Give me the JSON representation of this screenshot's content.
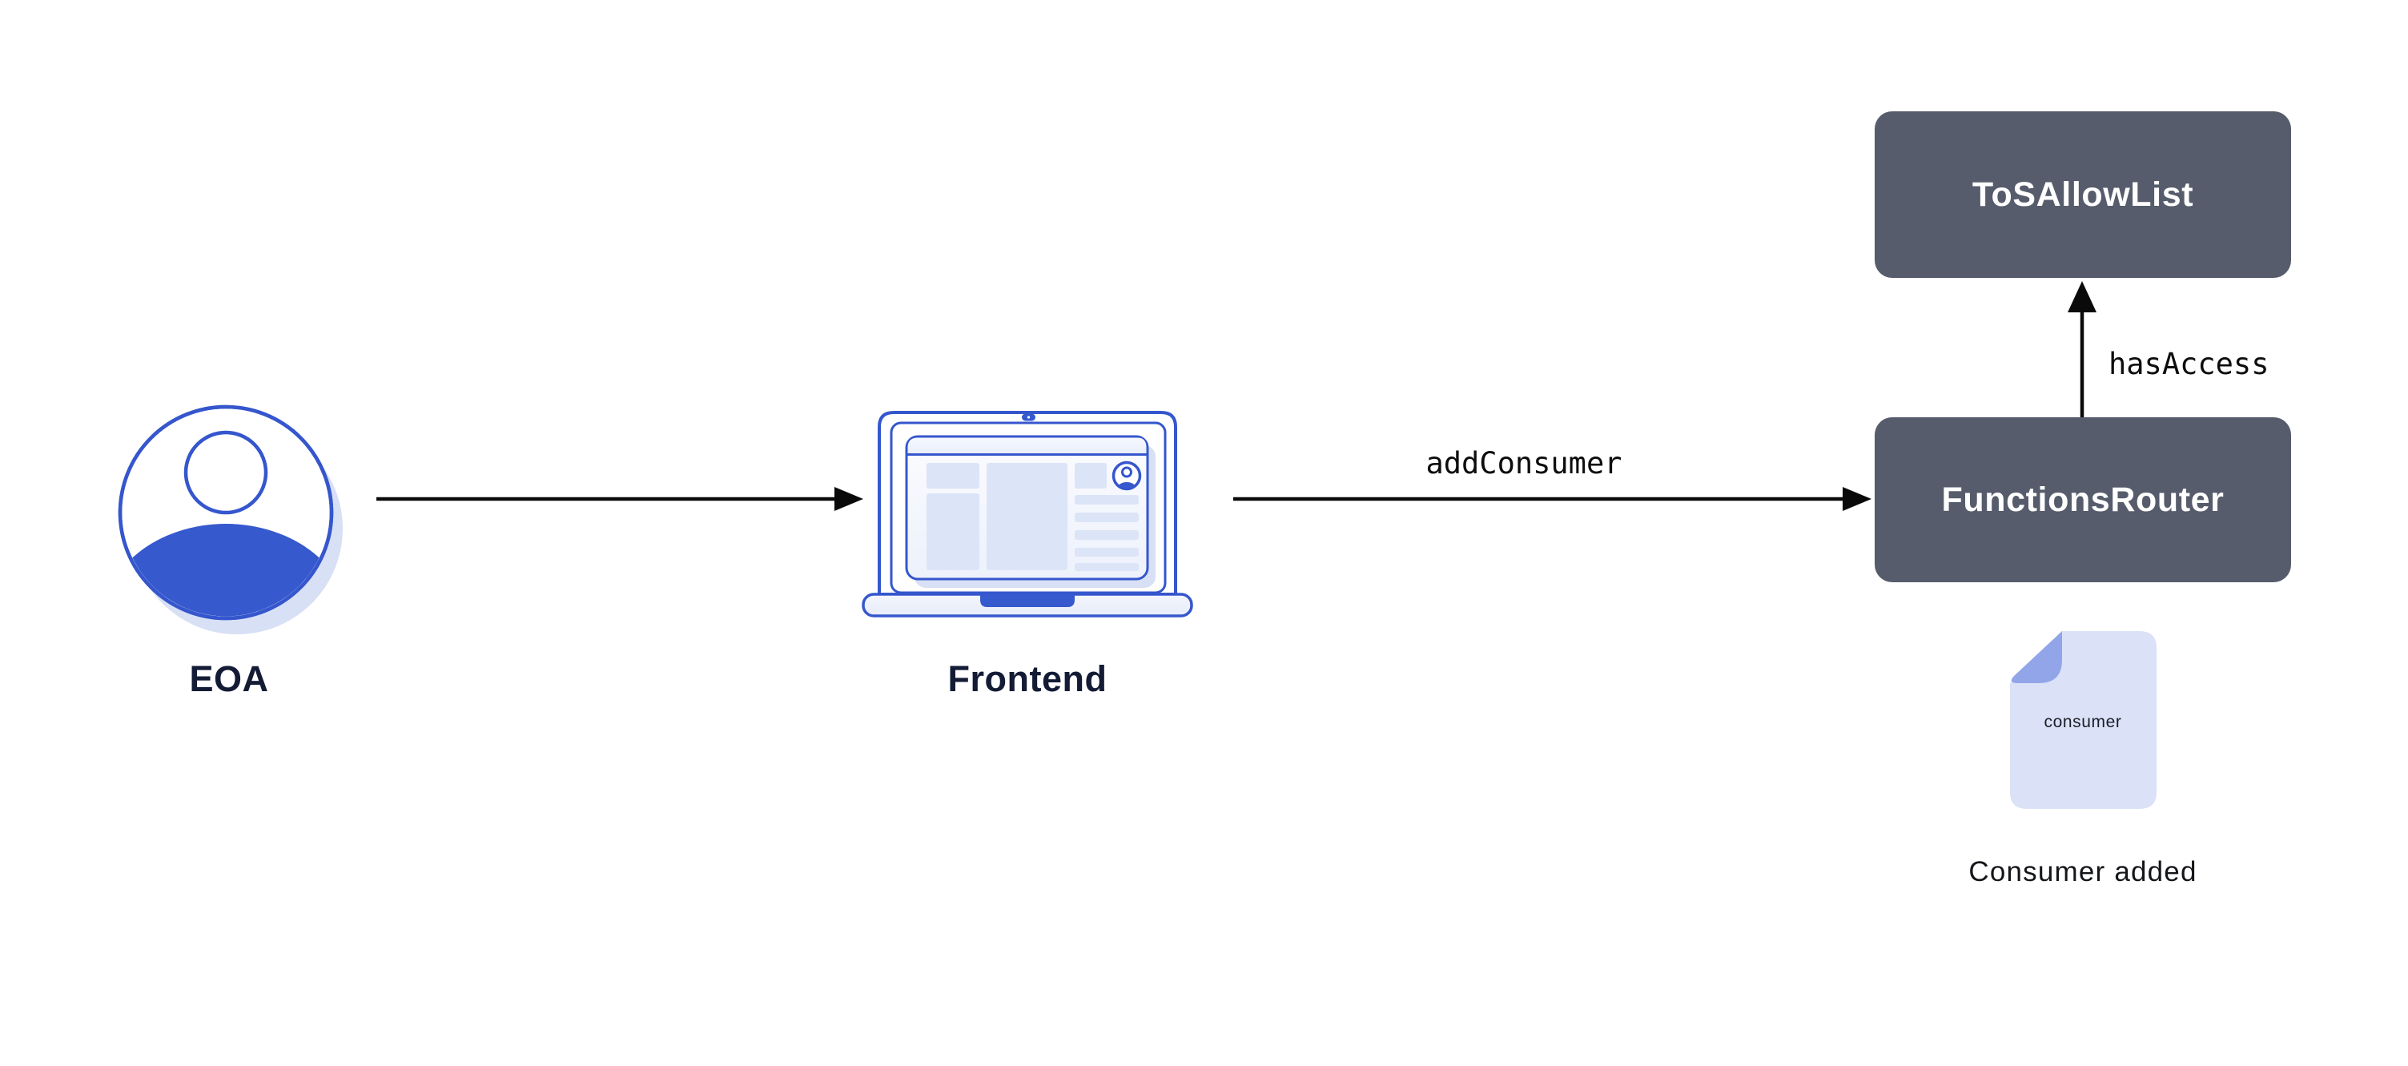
{
  "colors": {
    "blue": "#3659ce",
    "blue-stroke": "#3556cd",
    "lavender": "#dce4f8",
    "lavender-shadow": "#d8e0f5",
    "doc-fill": "#dbe2f7",
    "doc-fold": "#93a5e9",
    "slate": "#565c6b",
    "navy-text": "#131b35",
    "white": "#ffffff"
  },
  "diagram": {
    "nodes": {
      "eoa": {
        "label": "EOA",
        "icon": "user-avatar-icon"
      },
      "frontend": {
        "label": "Frontend",
        "icon": "laptop-icon"
      },
      "tos_allow_list": {
        "label": "ToSAllowList",
        "type": "contract-box"
      },
      "functions_router": {
        "label": "FunctionsRouter",
        "type": "contract-box"
      },
      "consumer_doc": {
        "label": "consumer",
        "caption": "Consumer added",
        "icon": "document-icon"
      }
    },
    "edges": [
      {
        "from": "eoa",
        "to": "frontend",
        "label": ""
      },
      {
        "from": "frontend",
        "to": "functions_router",
        "label": "addConsumer"
      },
      {
        "from": "functions_router",
        "to": "tos_allow_list",
        "label": "hasAccess"
      }
    ]
  }
}
